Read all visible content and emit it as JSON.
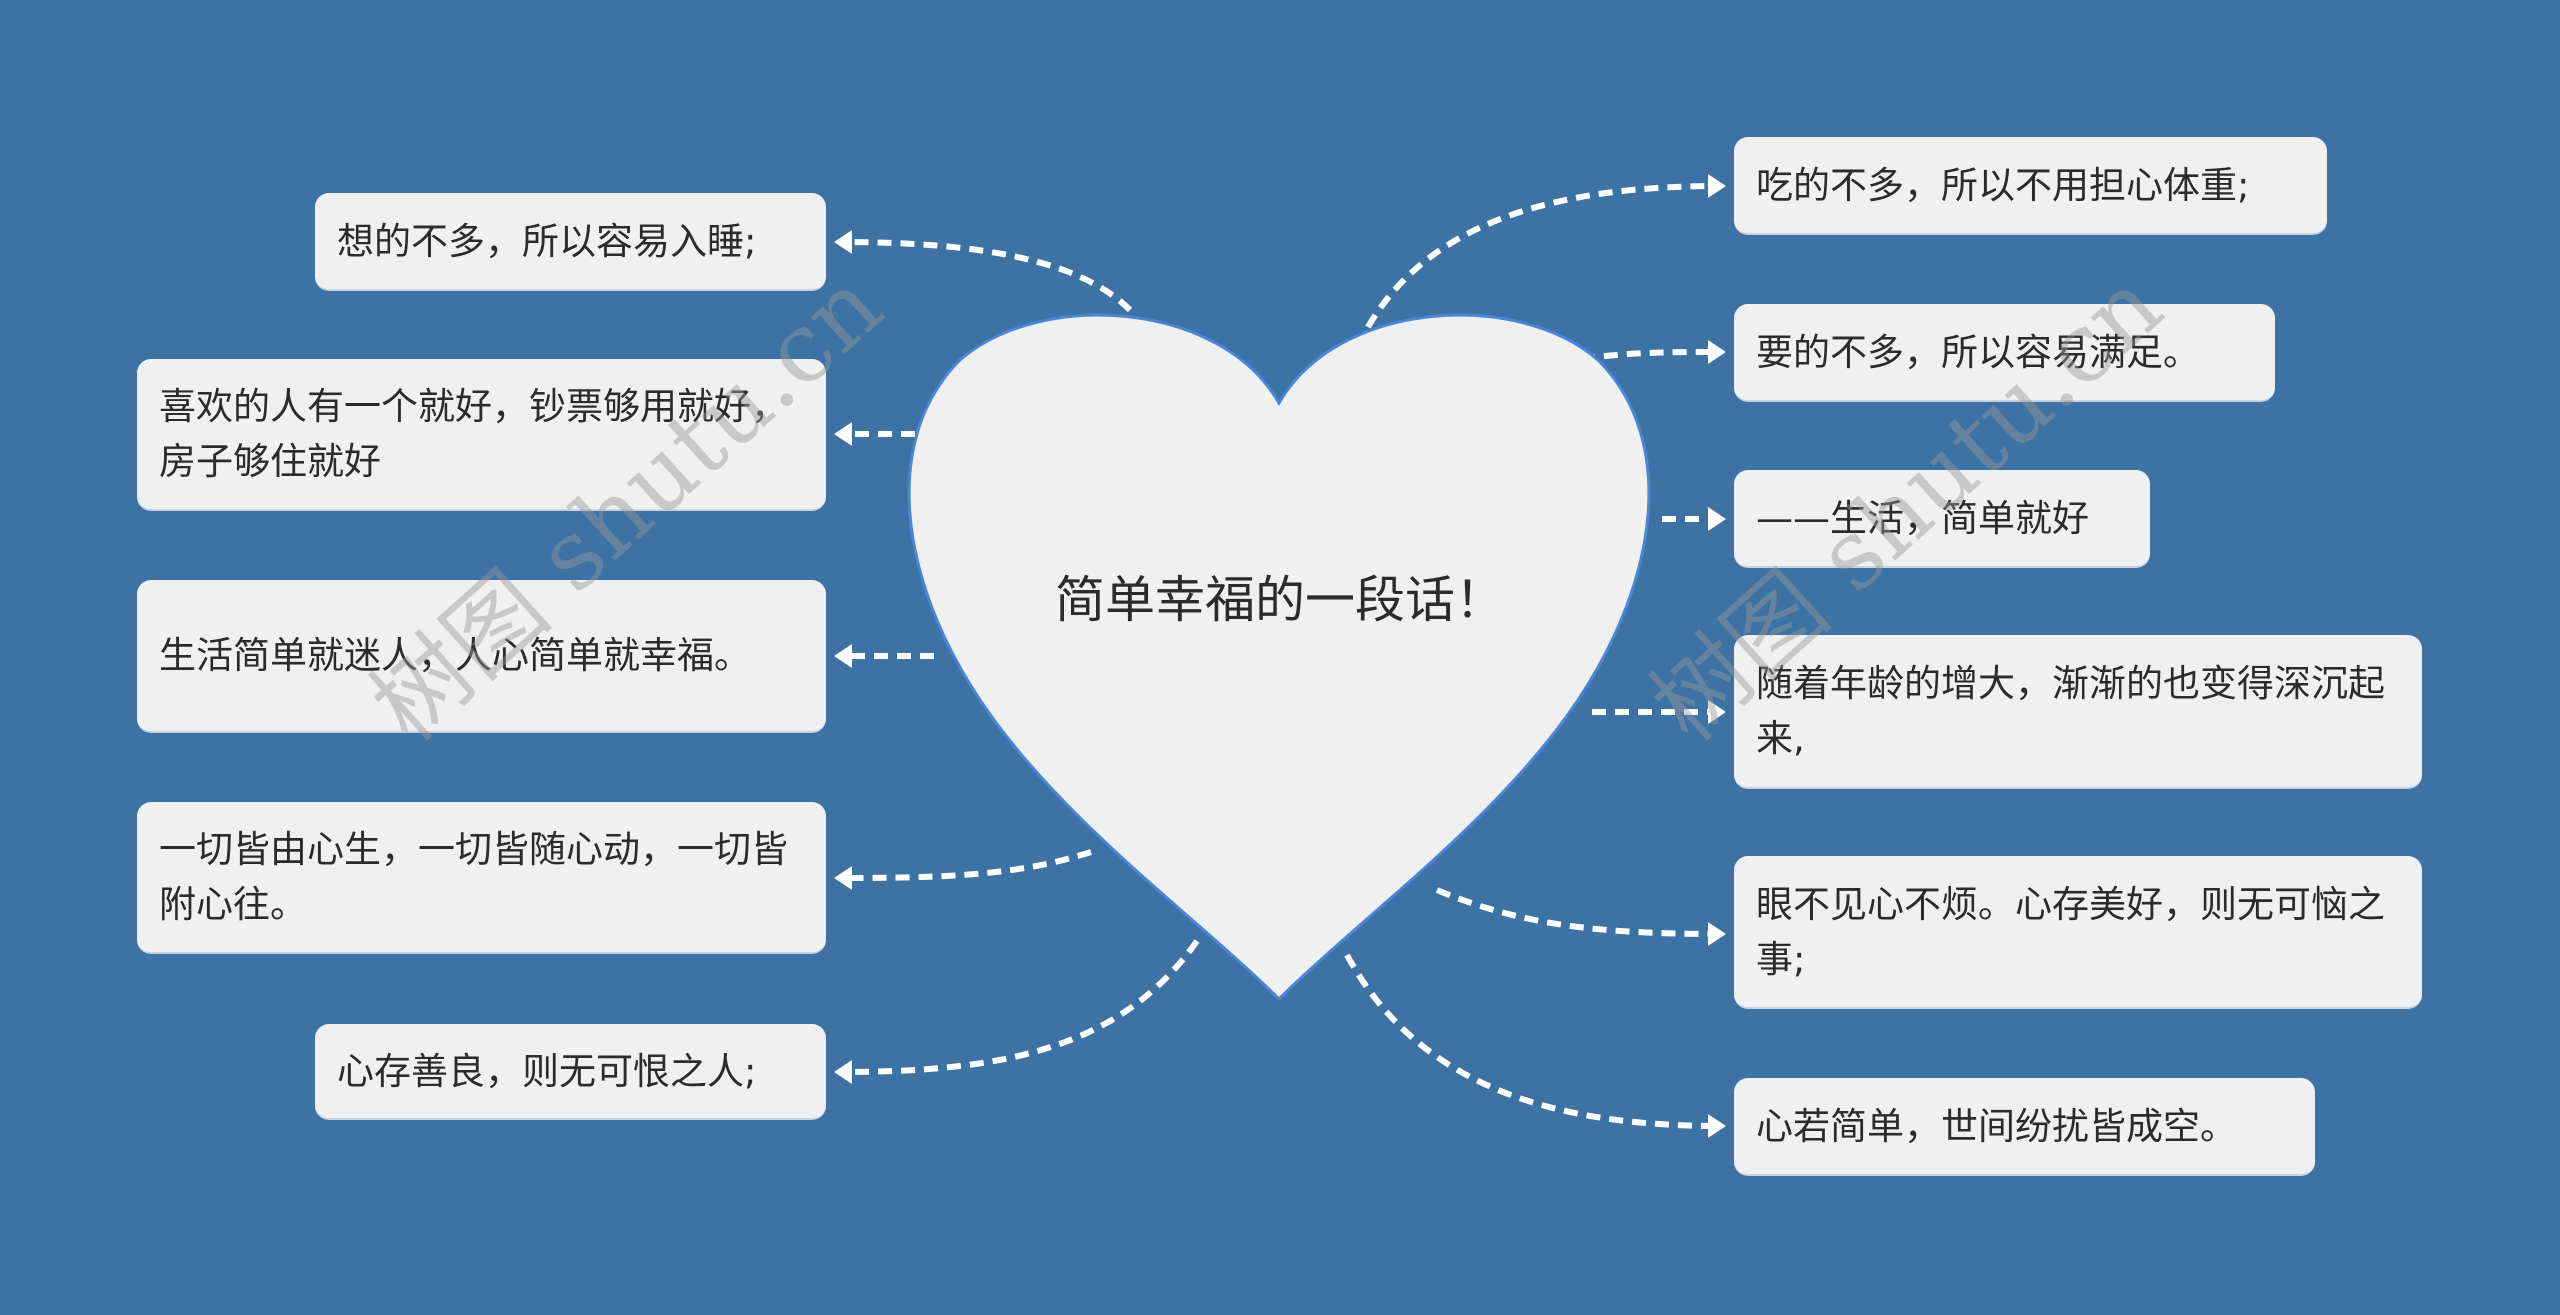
{
  "title": "简单幸福的一段话！",
  "left_nodes": [
    "想的不多，所以容易入睡;",
    "喜欢的人有一个就好，钞票够用就好，房子够住就好",
    "生活简单就迷人，人心简单就幸福。",
    "一切皆由心生，一切皆随心动，一切皆附心往。",
    "心存善良，则无可恨之人;"
  ],
  "right_nodes": [
    "吃的不多，所以不用担心体重;",
    "要的不多，所以容易满足。",
    "——生活，简单就好",
    "随着年龄的增大，渐渐的也变得深沉起来,",
    "眼不见心不烦。心存美好，则无可恼之事;",
    "心若简单，世间纷扰皆成空。"
  ],
  "watermark": "树图 shutu.cn",
  "colors": {
    "background": "#3d72a4",
    "node": "#f0f0f0",
    "heart": "#f0f0f0",
    "heart_border": "#4a86d6",
    "connector": "#ffffff"
  }
}
